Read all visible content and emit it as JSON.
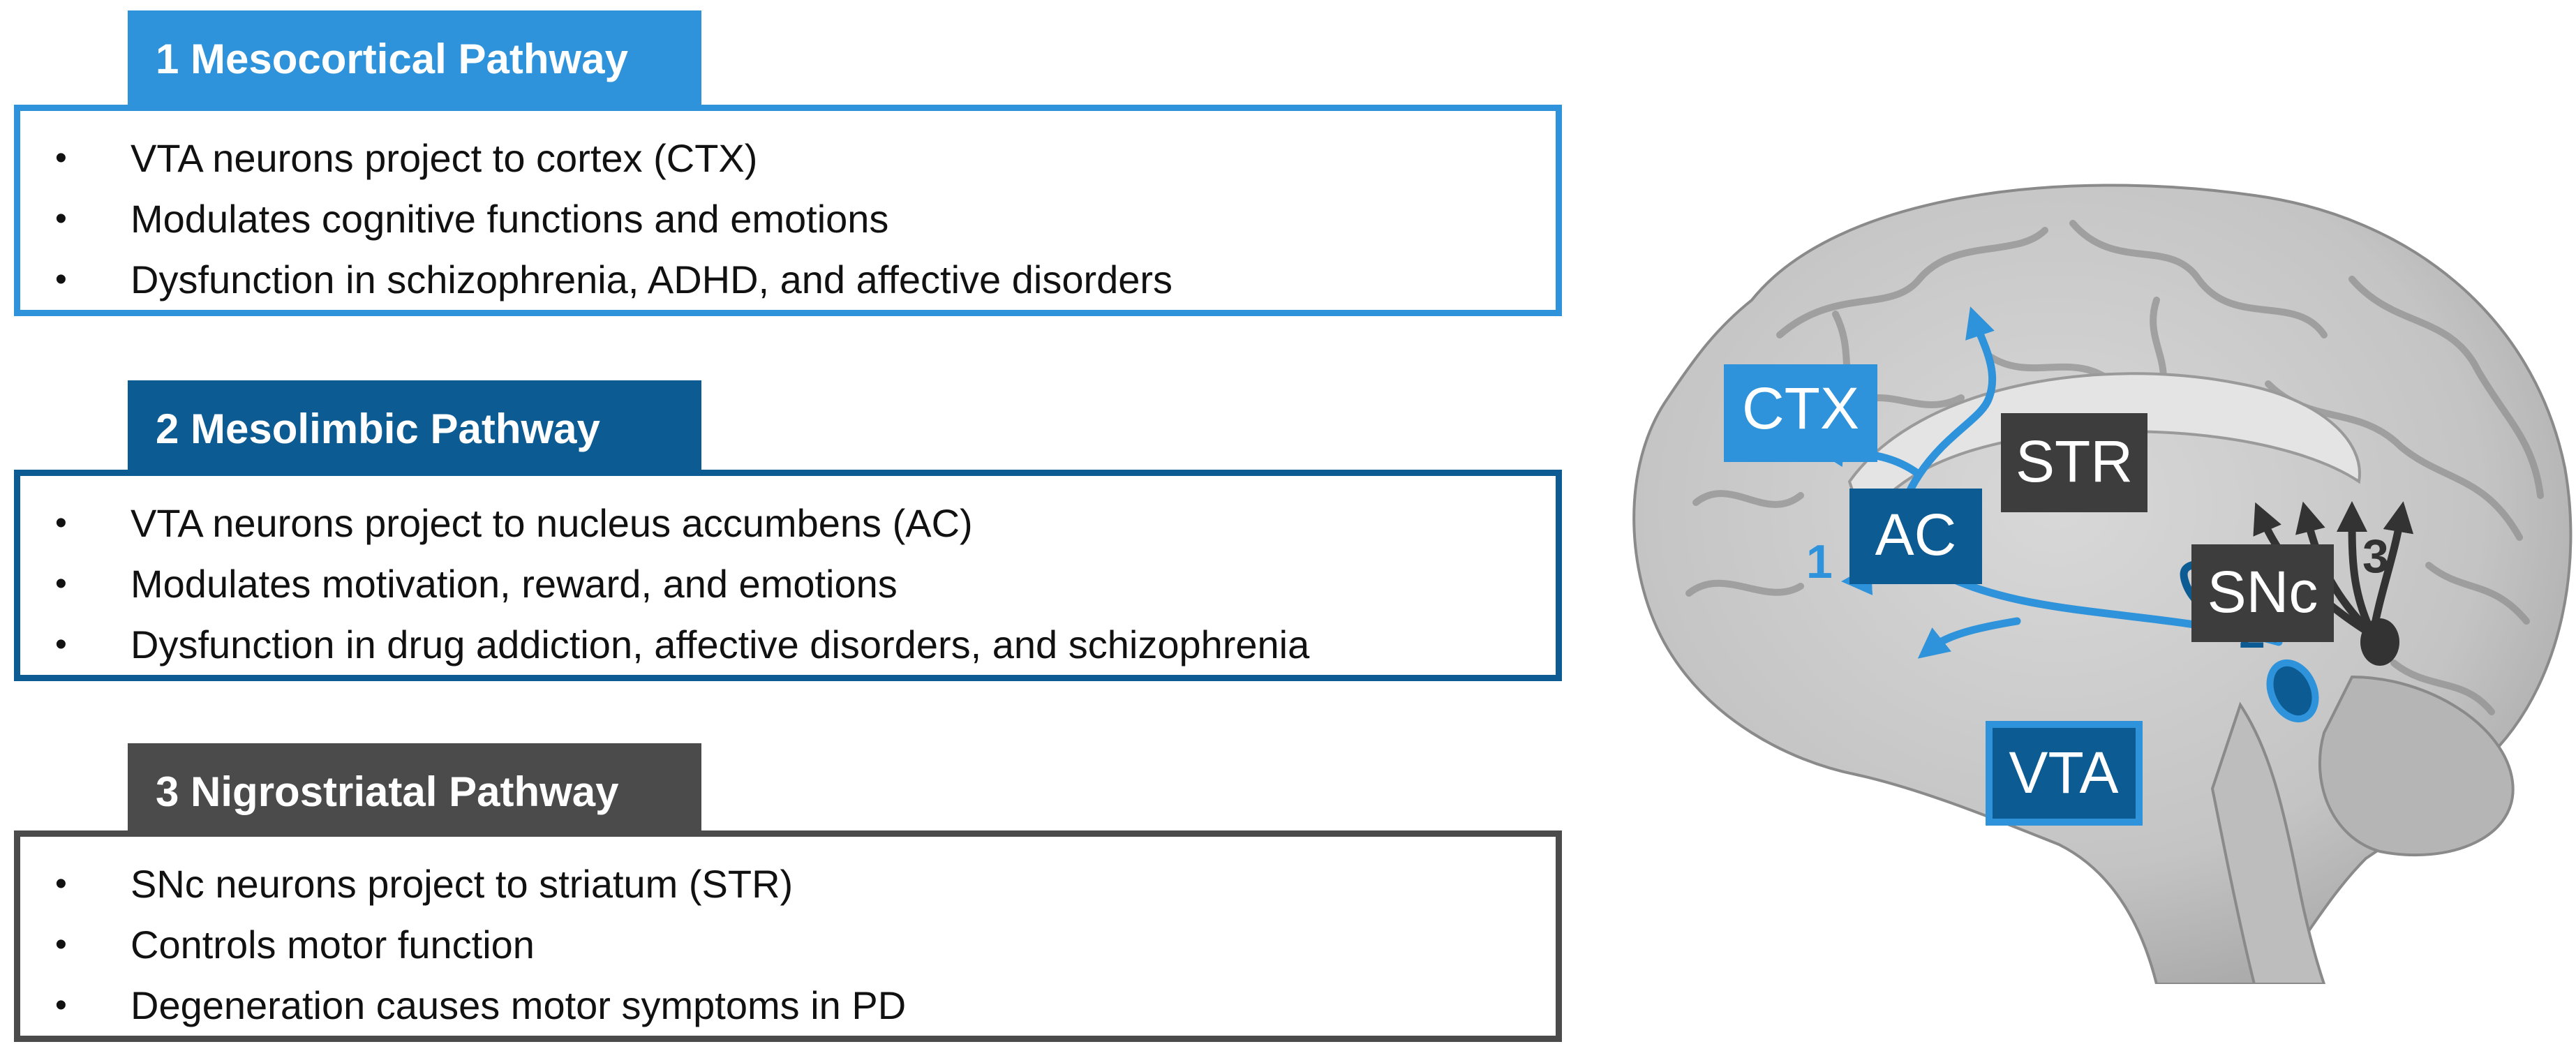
{
  "pathways": [
    {
      "title": "1 Mesocortical Pathway",
      "bullets": [
        "VTA neurons project to cortex (CTX)",
        "Modulates cognitive functions and emotions",
        "Dysfunction in schizophrenia, ADHD, and affective disorders"
      ]
    },
    {
      "title": "2 Mesolimbic Pathway",
      "bullets": [
        "VTA neurons project to nucleus accumbens (AC)",
        "Modulates motivation, reward, and emotions",
        "Dysfunction in drug addiction, affective disorders, and schizophrenia"
      ]
    },
    {
      "title": "3 Nigrostriatal Pathway",
      "bullets": [
        "SNc neurons project to striatum (STR)",
        "Controls motor function",
        "Degeneration causes motor symptoms in PD"
      ]
    }
  ],
  "bullet_glyph": "•",
  "diagram": {
    "labels": {
      "ctx": "CTX",
      "ac": "AC",
      "str": "STR",
      "snc": "SNc",
      "vta": "VTA"
    },
    "path_numbers": {
      "one": "1",
      "two": "2",
      "three": "3"
    }
  },
  "colors": {
    "mesocortical": "#2e93da",
    "mesolimbic": "#0c5b93",
    "nigrostriatal": "#4b4b4b"
  }
}
